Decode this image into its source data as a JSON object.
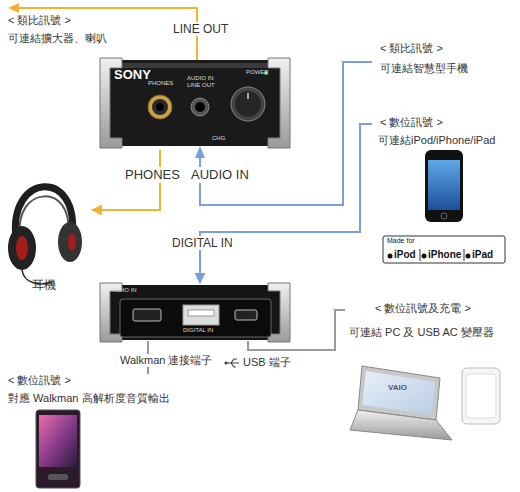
{
  "diagram": {
    "nodes": [
      {
        "text": [
          "SONY",
          "PHONES",
          "AUDIO IN",
          "LINE OUT",
          "POWER",
          "CHG"
        ]
      },
      {
        "text": [
          "耳機"
        ]
      },
      {
        "text": [
          "< 數位訊號 >",
          "可連結iPod/iPhone/iPad"
        ]
      },
      {
        "text": [
          "Made for",
          "iPod",
          "iPhone",
          "iPad"
        ]
      },
      {
        "text": [
          "AUDIO IN",
          "DIGITAL IN"
        ]
      },
      {
        "text": [
          "< 數位訊號 >",
          "對應 Walkman 高解析度音質輸出"
        ]
      },
      {
        "text": [
          "< 數位訊號及充電 >",
          "可連結 PC 及 USB AC 變壓器"
        ]
      }
    ],
    "edges": [
      {
        "from": 0,
        "to": 1,
        "arrow": "to"
      },
      {
        "from": 2,
        "to": 4,
        "label": "DIGITAL IN",
        "arrow": "to"
      },
      {
        "from": 5,
        "to": 4,
        "arrow": "none"
      },
      {
        "from": 6,
        "to": 4,
        "arrow": "none"
      }
    ],
    "labels": [
      "< 類比訊號 >",
      "可連結擴大器、喇叭",
      "LINE OUT",
      "PHONES",
      "AUDIO IN",
      "< 類比訊號 >",
      "可連結智慧型手機",
      "Walkman 連接端子",
      "USB 端子",
      "VAIO"
    ]
  }
}
